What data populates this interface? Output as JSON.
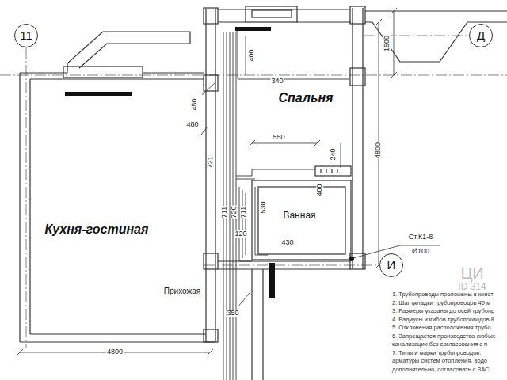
{
  "diagram": {
    "nodes": [
      {
        "text": [
          "11"
        ]
      },
      {
        "text": [
          "Д"
        ]
      },
      {
        "text": [
          "Спальня"
        ]
      },
      {
        "text": [
          "Кухня-гостиная"
        ]
      },
      {
        "text": [
          "И"
        ]
      }
    ],
    "labels": [
      "400",
      "1500",
      "340",
      "450",
      "480",
      "550",
      "240",
      "721",
      "711",
      "720",
      "711",
      "120",
      "530",
      "400",
      "430",
      "Ванная",
      "Ст.К1-8",
      "Ø100",
      "Прихожая",
      "350",
      "4800",
      "4800",
      "1. Трубопроводы проложены в конст",
      "2. Шаг укладки трубопроводов 40 м",
      "3. Размеры указаны до осей трубопр",
      "4. Радиусы изгибов трубопроводов 8",
      "5. Отклонения расположения трубо",
      "6. Запрещается производство любых",
      "канализации без согласования с п",
      "7. Типы и марки трубопроводов,",
      "арматуры систем отопления, водо",
      "дополнительно, согласовать с ЗАС",
      "ЦИ",
      "ID 314"
    ]
  }
}
